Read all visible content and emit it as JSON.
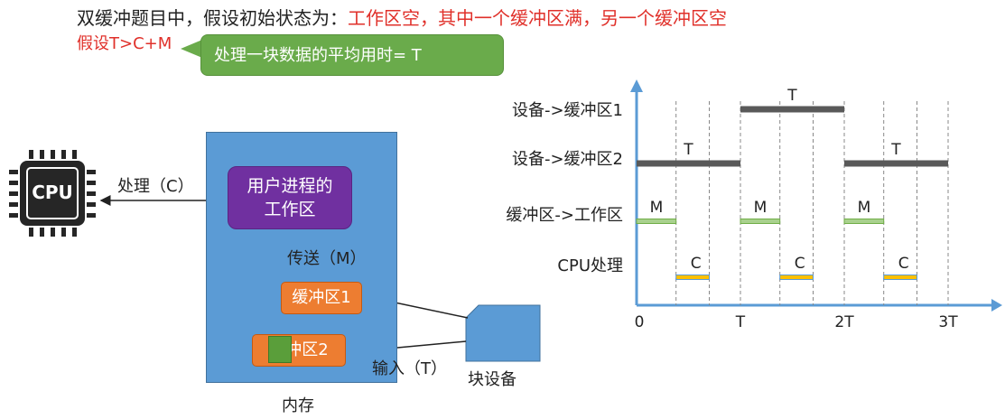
{
  "header": {
    "line1_black": "双缓冲题目中，假设初始状态为：",
    "line1_red": "工作区空，其中一个缓冲区满，另一个缓冲区空",
    "line2": "假设T>C+M"
  },
  "callout": {
    "text": "处理一块数据的平均用时= T"
  },
  "left_diagram": {
    "cpu_label": "CPU",
    "process_label": "处理（C）",
    "work_area": "用户进程的工作区",
    "transfer_label": "传送（M）",
    "buffer1": "缓冲区1",
    "buffer2": "缓冲区2",
    "input_label": "输入（T）",
    "device_label": "块设备",
    "memory_label": "内存"
  },
  "timeline": {
    "rows": [
      {
        "label": "设备->缓冲区1"
      },
      {
        "label": "设备->缓冲区2"
      },
      {
        "label": "缓冲区->工作区"
      },
      {
        "label": "CPU处理"
      }
    ],
    "x_ticks": [
      "0",
      "T",
      "2T",
      "3T"
    ],
    "segments": [
      {
        "row": 0,
        "start": 1.0,
        "end": 2.0,
        "label": "T"
      },
      {
        "row": 1,
        "start": 0.0,
        "end": 1.0,
        "label": "T"
      },
      {
        "row": 1,
        "start": 2.0,
        "end": 3.0,
        "label": "T"
      },
      {
        "row": 2,
        "start": 0.0,
        "end": 0.38,
        "label": "M"
      },
      {
        "row": 2,
        "start": 1.0,
        "end": 1.38,
        "label": "M"
      },
      {
        "row": 2,
        "start": 2.0,
        "end": 2.38,
        "label": "M"
      },
      {
        "row": 3,
        "start": 0.38,
        "end": 0.7,
        "label": "C"
      },
      {
        "row": 3,
        "start": 1.38,
        "end": 1.7,
        "label": "C"
      },
      {
        "row": 3,
        "start": 2.38,
        "end": 2.7,
        "label": "C"
      }
    ],
    "colors": {
      "device": "#595959",
      "transfer": "#a9d18e",
      "cpu": "#ffc000",
      "axis": "#5b9bd5"
    }
  }
}
